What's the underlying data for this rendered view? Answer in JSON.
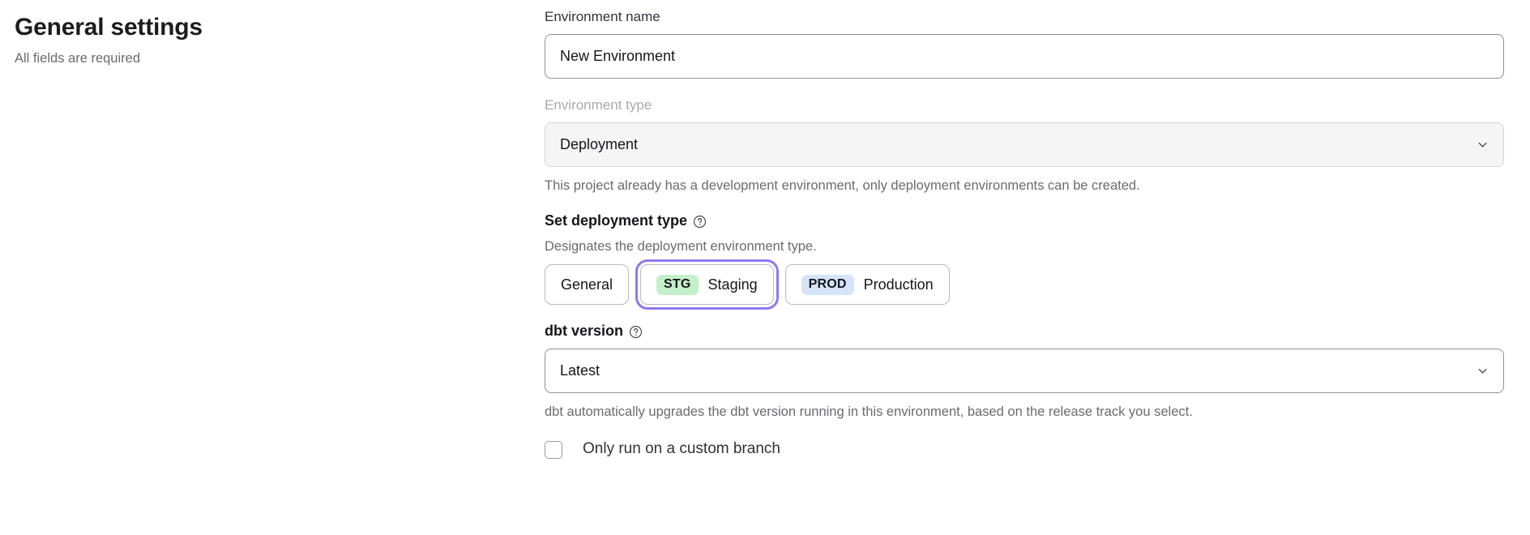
{
  "page": {
    "title": "General settings",
    "subtitle": "All fields are required"
  },
  "colors": {
    "focus_ring": "#8b7bf0",
    "badge_staging_bg": "#c3f0c8",
    "badge_production_bg": "#d6e4fa",
    "text_primary": "#15151a",
    "text_muted": "#6b6b70",
    "text_disabled": "#a9a9b0",
    "input_border": "#8f8f99",
    "readonly_bg": "#f5f5f6"
  },
  "form": {
    "environment_name": {
      "label": "Environment name",
      "value": "New Environment",
      "placeholder": "Environment name"
    },
    "environment_type": {
      "label": "Environment type",
      "value": "Deployment",
      "disabled": true,
      "helper": "This project already has a development environment, only deployment environments can be created.",
      "chevron_icon": "chevron-down-icon"
    },
    "deployment_type": {
      "heading": "Set deployment type",
      "help_icon": "help-circle-icon",
      "description": "Designates the deployment environment type.",
      "options": [
        {
          "id": "general",
          "badge": "",
          "label": "General",
          "selected": false
        },
        {
          "id": "staging",
          "badge": "STG",
          "label": "Staging",
          "selected": true
        },
        {
          "id": "production",
          "badge": "PROD",
          "label": "Production",
          "selected": false
        }
      ]
    },
    "dbt_version": {
      "heading": "dbt version",
      "help_icon": "help-circle-icon",
      "value": "Latest",
      "helper": "dbt automatically upgrades the dbt version running in this environment, based on the release track you select.",
      "chevron_icon": "chevron-down-icon"
    },
    "custom_branch": {
      "label": "Only run on a custom branch",
      "checked": false
    }
  }
}
